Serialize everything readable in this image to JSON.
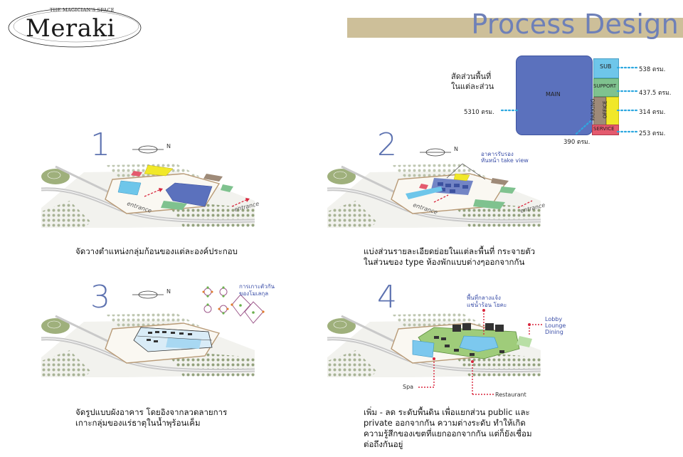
{
  "header": {
    "brand_name": "Meraki",
    "brand_tagline": "THE MAGICIAN'S SPACE",
    "title": "Process Design"
  },
  "area_chart": {
    "heading_line1": "สัดส่วนพื้นที่",
    "heading_line2": "ในแต่ละส่วน",
    "blocks": [
      {
        "name": "MAIN",
        "area": "5310 ตรม.",
        "color": "#5b71bd"
      },
      {
        "name": "SUB",
        "area": "538 ตรม.",
        "color": "#6ec6ea"
      },
      {
        "name": "SUPPORT",
        "area": "437.5 ตรม.",
        "color": "#7fc28f"
      },
      {
        "name": "PARKING",
        "area": "390 ตรม.",
        "color": "#9e8a78"
      },
      {
        "name": "OFFICE",
        "area": "314 ตรม.",
        "color": "#f1e829"
      },
      {
        "name": "SERVICE",
        "area": "253 ตรม.",
        "color": "#e45a6e"
      }
    ]
  },
  "steps": [
    {
      "number": "1",
      "caption": [
        "จัดวางตำแหน่งกลุ่มก้อนของแต่ละองค์ประกอบ"
      ],
      "entrance_labels": [
        "entrance",
        "entrance"
      ]
    },
    {
      "number": "2",
      "caption": [
        "แบ่งส่วนรายละเอียดย่อยในแต่ละพื้นที่  กระจายตัว",
        "ในส่วนของ type ห้องพักแบบต่างๆออกจากกัน"
      ],
      "annotation": [
        "อาคารรับรอง",
        "หันหน้า take view"
      ],
      "entrance_labels": [
        "entrance",
        "entrance"
      ]
    },
    {
      "number": "3",
      "caption": [
        "จัดรูปแบบผังอาคาร    โดยอิงจากลวดลายการ",
        "เกาะกลุ่มของแร่ธาตุในน้ำพุร้อนเค็ม"
      ],
      "annotation": [
        "การเกาะตัวกัน",
        "ของโมเลกุล"
      ]
    },
    {
      "number": "4",
      "caption": [
        "เพิ่ม - ลด  ระดับพื้นดิน  เพื่อแยกส่วน public และ",
        "private ออกจากกัน   ความต่างระดับ  ทำให้เกิด",
        "ความรู้สึกของเขตที่แยกออกจากกัน แต่ก็ยังเชื่อม",
        "ต่อถึงกันอยู่"
      ],
      "annotation_center": [
        "พื้นที่กลางแจ้ง",
        "แช่น้ำร้อน  โยคะ"
      ],
      "annotation_lobby": [
        "Lobby",
        "Lounge",
        "Dining"
      ],
      "annotation_spa": "Spa",
      "annotation_restaurant": "Restaurant"
    }
  ],
  "colors": {
    "accent_blue": "#5d72b0",
    "title_bar": "#cdbf99",
    "dot_blue": "#2ea8e0",
    "dot_red": "#d8263d"
  }
}
